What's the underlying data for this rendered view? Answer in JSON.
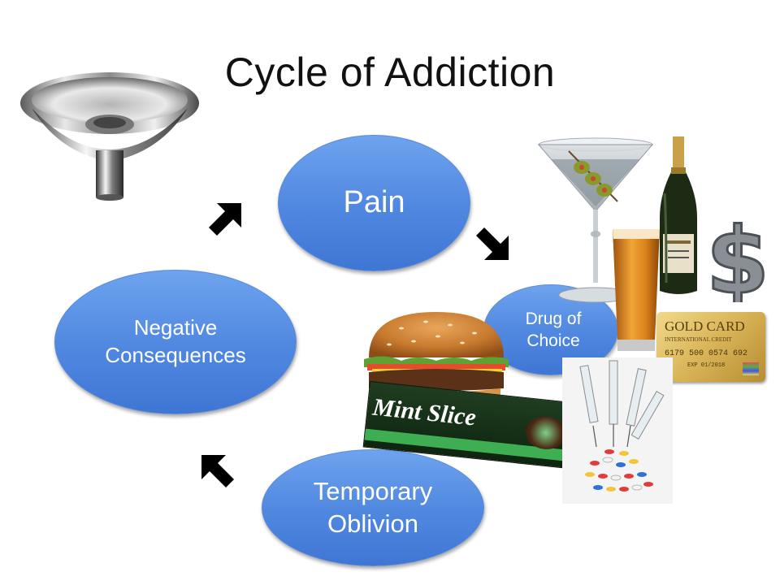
{
  "title": "Cycle of Addiction",
  "nodes": {
    "pain": "Pain",
    "drug": {
      "line1": "Drug of",
      "line2": "Choice"
    },
    "temporary": {
      "line1": "Temporary",
      "line2": "Oblivion"
    },
    "negative": {
      "line1": "Negative",
      "line2": "Consequences"
    }
  },
  "images": {
    "funnel": "funnel-image",
    "martini": "martini-image",
    "champagne": "champagne-bottle-image",
    "beer": "beer-glass-image",
    "dollar": "dollar-sign-image",
    "credit_card": {
      "brand": "GOLD CARD",
      "subtitle": "INTERNATIONAL CREDIT",
      "number": "6179 500 0574 692",
      "expiry": "EXP 01/2018"
    },
    "burger": "hamburger-image",
    "biscuit": {
      "label": "Mint Slice"
    },
    "syringes": "syringes-and-pills-image"
  },
  "colors": {
    "node_fill": "#4f87e0",
    "node_text": "#ffffff",
    "arrow": "#000000"
  }
}
